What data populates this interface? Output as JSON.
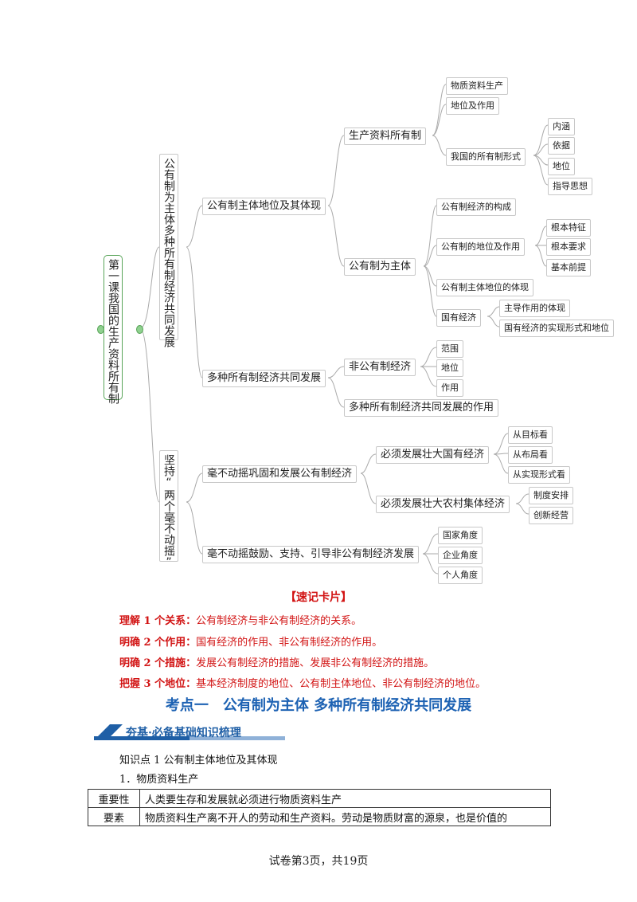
{
  "mindmap": {
    "root": "第一课我国的生产资料所有制",
    "branch1": "公有制为主体多种所有制经济共同发展",
    "branch2": "坚持“两个毫不动摇”",
    "b1_n1": "公有制主体地位及其体现",
    "b1_n2": "多种所有制经济共同发展",
    "n1_a": "生产资料所有制",
    "n1_b": "公有制为主体",
    "a_1": "物质资料生产",
    "a_2": "地位及作用",
    "a_3": "我国的所有制形式",
    "a_3_1": "内涵",
    "a_3_2": "依据",
    "a_3_3": "地位",
    "a_3_4": "指导思想",
    "b_1": "公有制经济的构成",
    "b_2": "公有制的地位及作用",
    "b_2_1": "根本特征",
    "b_2_2": "根本要求",
    "b_2_3": "基本前提",
    "b_3": "公有制主体地位的体现",
    "b_4": "国有经济",
    "b_4_1": "主导作用的体现",
    "b_4_2": "国有经济的实现形式和地位",
    "n2_a": "非公有制经济",
    "n2_a_1": "范围",
    "n2_a_2": "地位",
    "n2_a_3": "作用",
    "n2_b": "多种所有制经济共同发展的作用",
    "b2_n1": "毫不动摇巩固和发展公有制经济",
    "b2_n2": "毫不动摇鼓励、支持、引导非公有制经济发展",
    "c_1": "必须发展壮大国有经济",
    "c_1_1": "从目标看",
    "c_1_2": "从布局看",
    "c_1_3": "从实现形式看",
    "c_2": "必须发展壮大农村集体经济",
    "c_2_1": "制度安排",
    "c_2_2": "创新经营",
    "d_1": "国家角度",
    "d_2": "企业角度",
    "d_3": "个人角度"
  },
  "cards": {
    "title": "【速记卡片】",
    "rows": [
      {
        "label": "理解 1 个关系：",
        "text": "公有制经济与非公有制经济的关系。"
      },
      {
        "label": "明确 2 个作用：",
        "text": "国有经济的作用、非公有制经济的作用。"
      },
      {
        "label": "明确 2 个措施：",
        "text": "发展公有制经济的措施、发展非公有制经济的措施。"
      },
      {
        "label": "把握 3 个地位：",
        "text": "基本经济制度的地位、公有制主体地位、非公有制经济的地位。"
      }
    ]
  },
  "section": {
    "title": "考点一　公有制为主体 多种所有制经济共同发展",
    "banner": "夯基·必备基础知识梳理",
    "knowledge_point": "知识点 1  公有制主体地位及其体现",
    "subheading": "1．物质资料生产",
    "table": [
      {
        "head": "重要性",
        "body": "人类要生存和发展就必须进行物质资料生产"
      },
      {
        "head": "要素",
        "body": "物质资料生产离不开人的劳动和生产资料。劳动是物质财富的源泉，也是价值的"
      }
    ]
  },
  "footer": "试卷第3页，共19页",
  "colors": {
    "red": "#d21414",
    "blue": "#1d62b3",
    "green": "#5aa55a",
    "line": "#a9a9a9"
  }
}
